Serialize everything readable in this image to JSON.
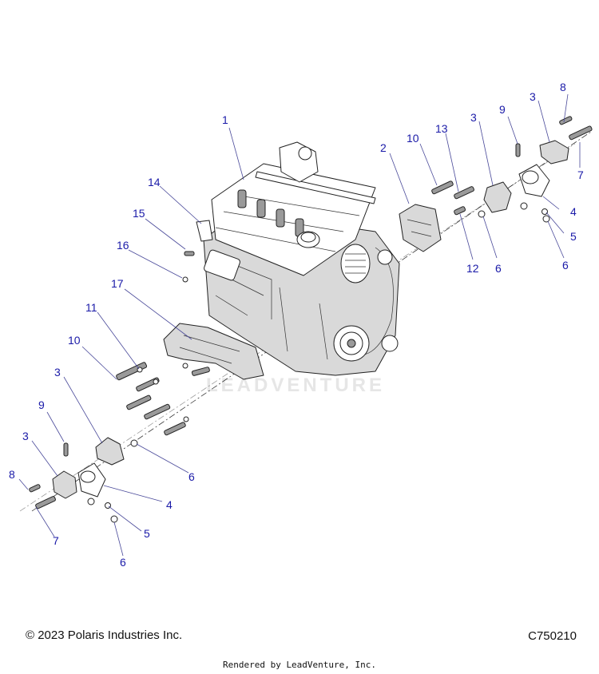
{
  "watermark": "LEADVENTURE",
  "callouts": [
    "1",
    "2",
    "3",
    "3",
    "3",
    "4",
    "4",
    "5",
    "5",
    "6",
    "6",
    "6",
    "7",
    "7",
    "8",
    "8",
    "9",
    "9",
    "10",
    "10",
    "11",
    "12",
    "13",
    "14",
    "15",
    "16",
    "17"
  ],
  "footer": {
    "copyright": "© 2023 Polaris Industries Inc.",
    "diagram_code": "C750210",
    "rendered_by": "Rendered by LeadVenture, Inc."
  }
}
